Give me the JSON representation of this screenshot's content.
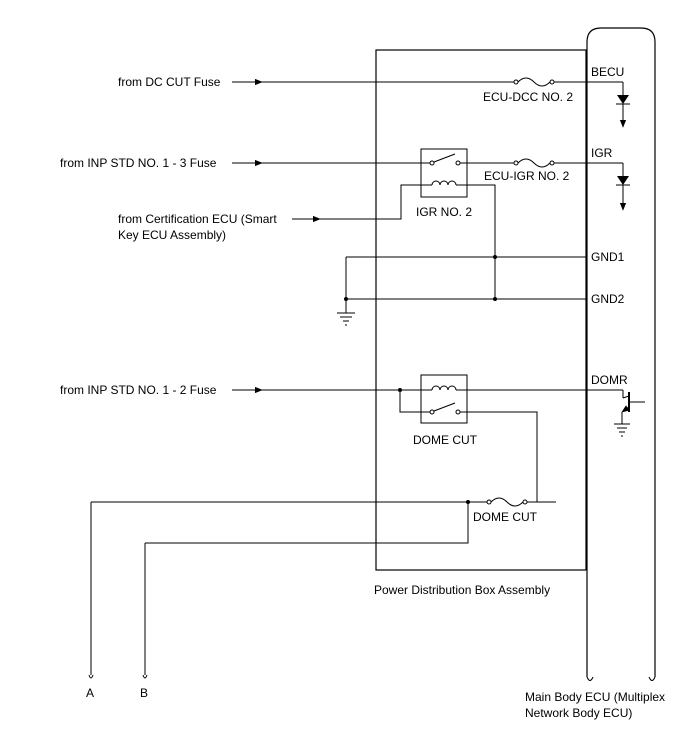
{
  "inputs": {
    "dc_cut": "from DC CUT Fuse",
    "inp_std_1_3": "from INP STD NO. 1 - 3 Fuse",
    "cert_ecu_line1": "from Certification ECU (Smart",
    "cert_ecu_line2": "Key ECU Assembly)",
    "inp_std_1_2": "from INP STD NO. 1 - 2 Fuse"
  },
  "components": {
    "fuse_ecu_dcc": "ECU-DCC NO. 2",
    "fuse_ecu_igr": "ECU-IGR NO. 2",
    "relay_igr": "IGR NO. 2",
    "relay_dome_cut": "DOME CUT",
    "fuse_dome_cut": "DOME CUT"
  },
  "terminals": {
    "becu": "BECU",
    "igr": "IGR",
    "gnd1": "GND1",
    "gnd2": "GND2",
    "domr": "DOMR"
  },
  "boxes": {
    "pdb": "Power Distribution Box Assembly",
    "ecu_line1": "Main Body ECU (Multiplex",
    "ecu_line2": "Network Body ECU)"
  },
  "connectors": {
    "a": "A",
    "b": "B"
  }
}
